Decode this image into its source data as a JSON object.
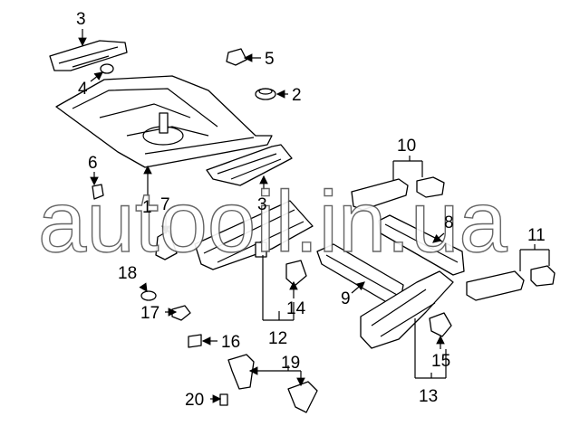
{
  "diagram": {
    "watermark": "autooil.in.ua",
    "callouts": [
      {
        "id": "label-1",
        "text": "1"
      },
      {
        "id": "label-2",
        "text": "2"
      },
      {
        "id": "label-3a",
        "text": "3"
      },
      {
        "id": "label-3b",
        "text": "3"
      },
      {
        "id": "label-4",
        "text": "4"
      },
      {
        "id": "label-5",
        "text": "5"
      },
      {
        "id": "label-6",
        "text": "6"
      },
      {
        "id": "label-7",
        "text": "7"
      },
      {
        "id": "label-8",
        "text": "8"
      },
      {
        "id": "label-9",
        "text": "9"
      },
      {
        "id": "label-10",
        "text": "10"
      },
      {
        "id": "label-11",
        "text": "11"
      },
      {
        "id": "label-12",
        "text": "12"
      },
      {
        "id": "label-13",
        "text": "13"
      },
      {
        "id": "label-14",
        "text": "14"
      },
      {
        "id": "label-15",
        "text": "15"
      },
      {
        "id": "label-16",
        "text": "16"
      },
      {
        "id": "label-17",
        "text": "17"
      },
      {
        "id": "label-18",
        "text": "18"
      },
      {
        "id": "label-19",
        "text": "19"
      },
      {
        "id": "label-20",
        "text": "20"
      }
    ]
  }
}
